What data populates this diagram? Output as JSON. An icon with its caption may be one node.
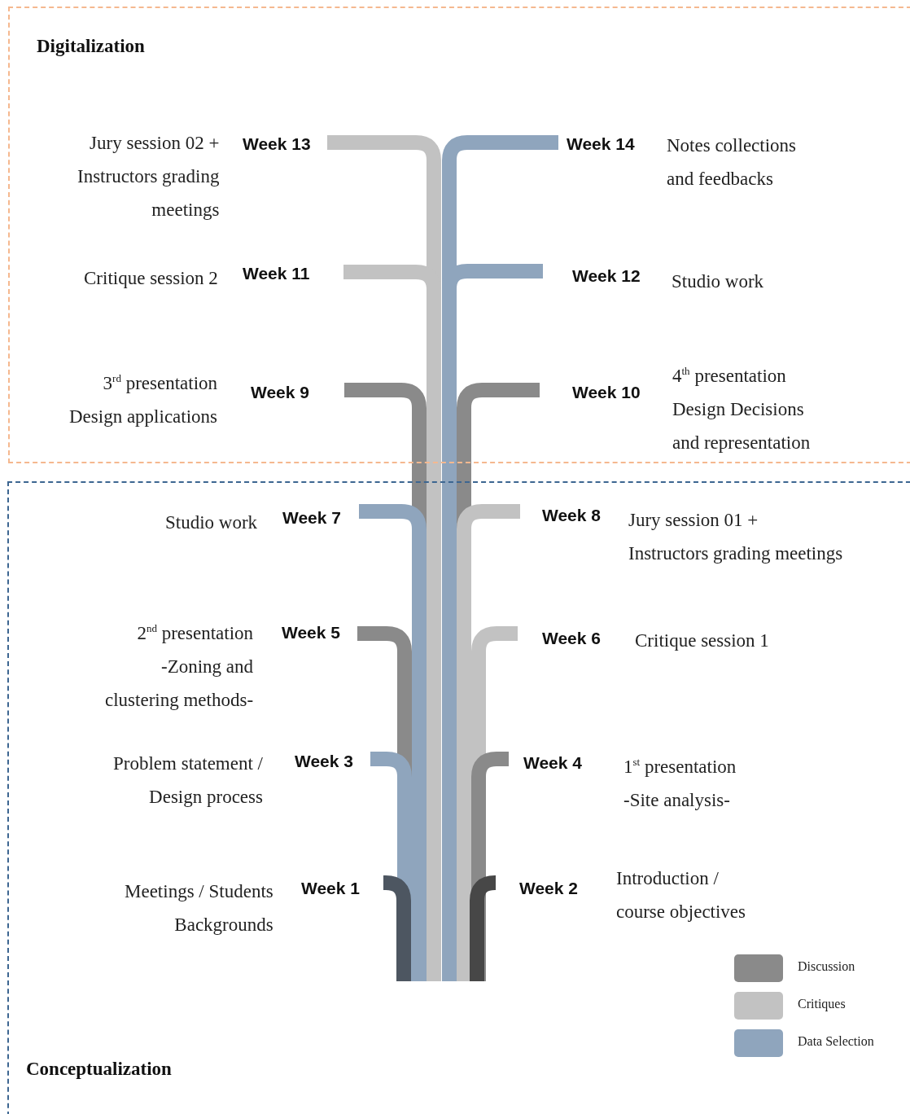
{
  "diagram": {
    "nodes": [
      {
        "text": [
          "Digitalization"
        ]
      },
      {
        "text": [
          "Jury session 02 + Instructors grading meetings",
          "Week 13"
        ],
        "in": 0
      },
      {
        "text": [
          "Week 14",
          "Notes collections and feedbacks"
        ],
        "in": 0
      },
      {
        "text": [
          "Critique session 2",
          "Week 11"
        ],
        "in": 0
      },
      {
        "text": [
          "Week 12",
          "Studio work"
        ],
        "in": 0
      },
      {
        "text": [
          "3$^{rd}$ presentation Design applications",
          "Week 9"
        ],
        "in": 0
      },
      {
        "text": [
          "Week 10",
          "4$^{th}$ presentation Design Decisions and representation"
        ],
        "in": 0
      },
      {
        "text": [
          "Conceptualization"
        ]
      },
      {
        "text": [
          "Studio work",
          "Week 7"
        ],
        "in": 7
      },
      {
        "text": [
          "Week 8",
          "Jury session 01 + Instructors grading meetings"
        ],
        "in": 7
      },
      {
        "text": [
          "2$^{nd}$ presentation -Zoning and clustering methods-",
          "Week 5"
        ],
        "in": 7
      },
      {
        "text": [
          "Week 6",
          "Critique session 1"
        ],
        "in": 7
      },
      {
        "text": [
          "Problem statement / Design process",
          "Week 3"
        ],
        "in": 7
      },
      {
        "text": [
          "Week 4",
          "1$^{st}$ presentation -Site analysis-"
        ],
        "in": 7
      },
      {
        "text": [
          "Meetings / Students Backgrounds",
          "Week 1"
        ],
        "in": 7
      },
      {
        "text": [
          "Week 2",
          "Introduction / course objectives"
        ],
        "in": 7
      }
    ],
    "legend": [
      {
        "text": "Discussion",
        "color": "#8a8a8a"
      },
      {
        "text": "Critiques",
        "color": "#c2c2c2"
      },
      {
        "text": "Data Selection",
        "color": "#8fa5bd"
      }
    ]
  }
}
